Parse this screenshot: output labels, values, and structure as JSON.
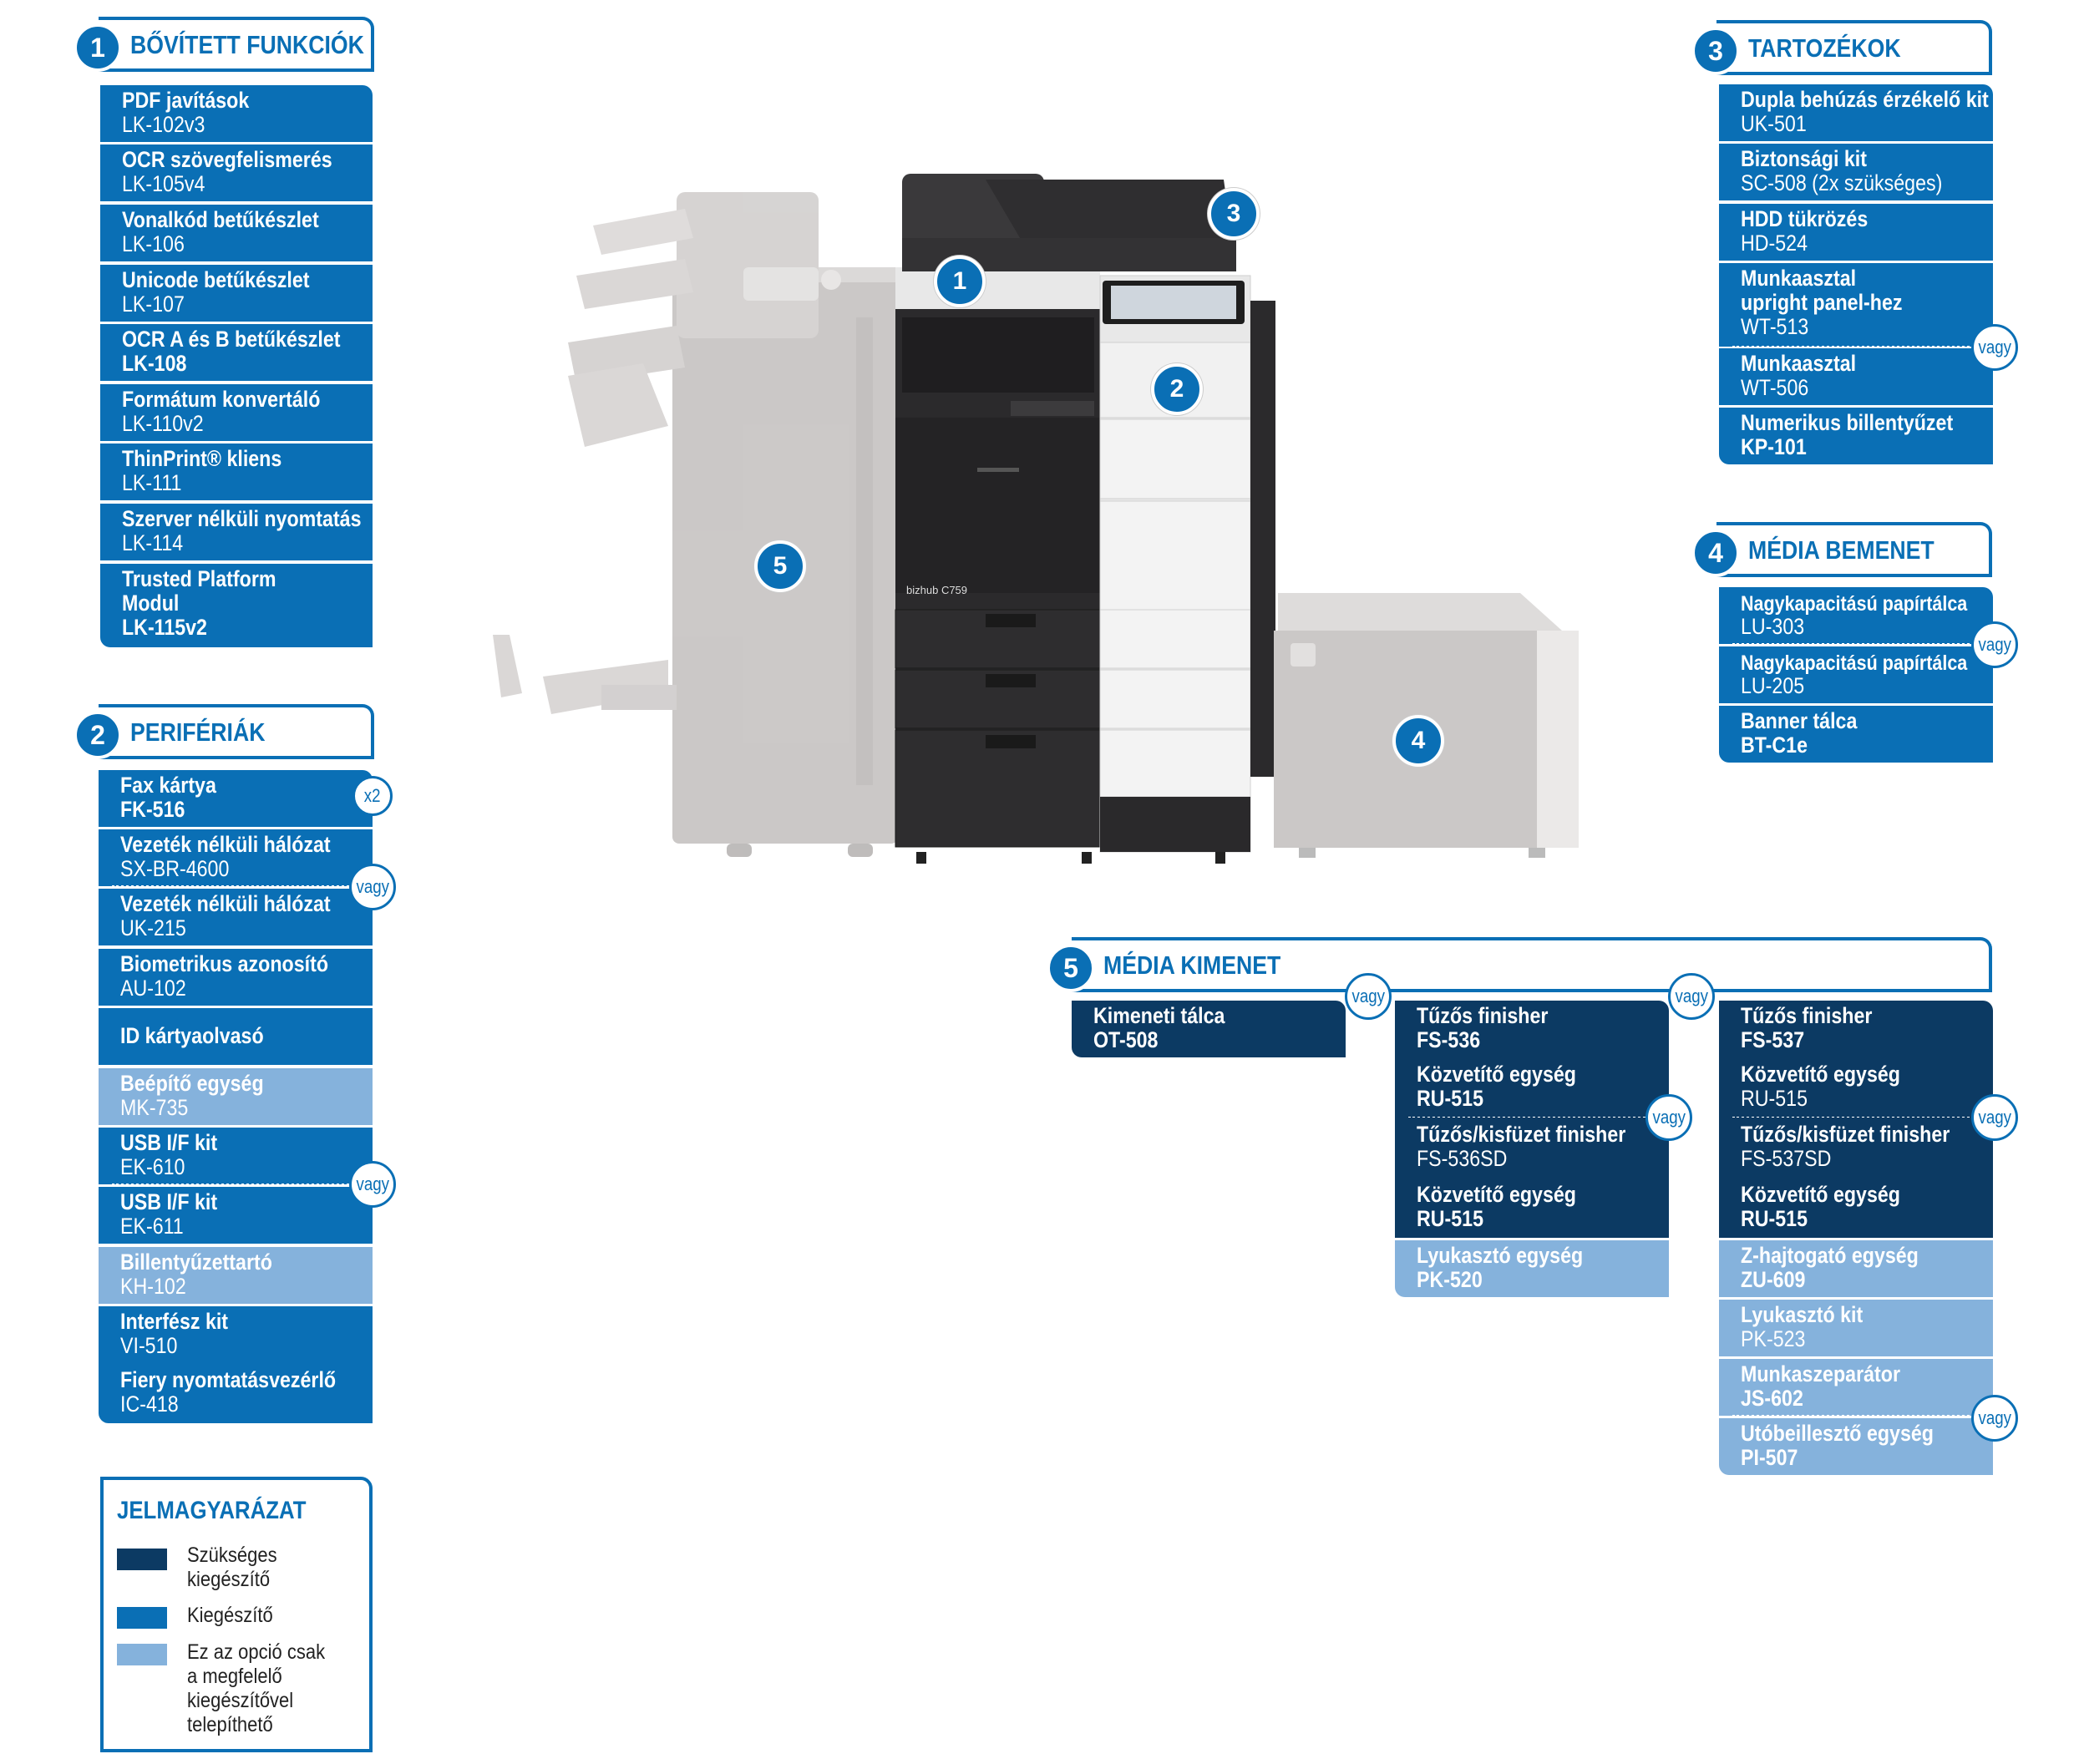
{
  "sections": {
    "s1": {
      "num": "1",
      "title": "BŐVÍTETT FUNKCIÓK"
    },
    "s2": {
      "num": "2",
      "title": "PERIFÉRIÁK"
    },
    "s3": {
      "num": "3",
      "title": "TARTOZÉKOK"
    },
    "s4": {
      "num": "4",
      "title": "MÉDIA BEMENET"
    },
    "s5": {
      "num": "5",
      "title": "MÉDIA KIMENET"
    }
  },
  "s1_items": [
    {
      "name": "PDF javítások",
      "code": "LK-102v3"
    },
    {
      "name": "OCR szövegfelismerés",
      "code": "LK-105v4"
    },
    {
      "name": "Vonalkód betűkészlet",
      "code": "LK-106"
    },
    {
      "name": "Unicode betűkészlet",
      "code": "LK-107"
    },
    {
      "name": "OCR A és B betűkészlet",
      "code": "LK-108"
    },
    {
      "name": "Formátum konvertáló",
      "code": "LK-110v2"
    },
    {
      "name": "ThinPrint® kliens",
      "code": "LK-111"
    },
    {
      "name": "Szerver nélküli nyomtatás",
      "code": "LK-114"
    },
    {
      "name1": "Trusted Platform",
      "name2": "Modul",
      "code": "LK-115v2"
    }
  ],
  "s2_items": [
    {
      "name": "Fax kártya",
      "code": "FK-516"
    },
    {
      "name": "Vezeték nélküli hálózat",
      "code": "SX-BR-4600"
    },
    {
      "name": "Vezeték nélküli hálózat",
      "code": "UK-215"
    },
    {
      "name": "Biometrikus azonosító",
      "code": "AU-102"
    },
    {
      "name": "ID kártyaolvasó"
    },
    {
      "name": "Beépítő egység",
      "code": "MK-735"
    },
    {
      "name": "USB I/F kit",
      "code": "EK-610"
    },
    {
      "name": "USB I/F kit",
      "code": "EK-611"
    },
    {
      "name": "Billentyűzettartó",
      "code": "KH-102"
    },
    {
      "name": "Interfész kit",
      "code": "VI-510"
    },
    {
      "name": "Fiery nyomtatásvezérlő",
      "code": "IC-418"
    }
  ],
  "s3_items": [
    {
      "name": "Dupla behúzás érzékelő kit",
      "code": "UK-501"
    },
    {
      "name": "Biztonsági kit",
      "code": "SC-508 (2x szükséges)"
    },
    {
      "name": "HDD tükrözés",
      "code": "HD-524"
    },
    {
      "name1": "Munkaasztal",
      "name2": "upright panel-hez",
      "code": "WT-513"
    },
    {
      "name": "Munkaasztal",
      "code": "WT-506"
    },
    {
      "name": "Numerikus billentyűzet",
      "code": "KP-101"
    }
  ],
  "s4_items": [
    {
      "name": "Nagykapacitású papírtálca",
      "code": "LU-303"
    },
    {
      "name": "Nagykapacitású papírtálca",
      "code": "LU-205"
    },
    {
      "name": "Banner tálca",
      "code": "BT-C1e"
    }
  ],
  "s5_col1": [
    {
      "name": "Kimeneti tálca",
      "code": "OT-508"
    }
  ],
  "s5_col2": [
    {
      "name": "Tűzős finisher",
      "code": "FS-536"
    },
    {
      "name": "Közvetítő egység",
      "code": "RU-515"
    },
    {
      "name": "Tűzős/kisfüzet finisher",
      "code": "FS-536SD"
    },
    {
      "name": "Közvetítő egység",
      "code": "RU-515"
    },
    {
      "name": "Lyukasztó egység",
      "code": "PK-520"
    }
  ],
  "s5_col3": [
    {
      "name": "Tűzős finisher",
      "code": "FS-537"
    },
    {
      "name": "Közvetítő egység",
      "code": "RU-515"
    },
    {
      "name": "Tűzős/kisfüzet finisher",
      "code": "FS-537SD"
    },
    {
      "name": "Közvetítő egység",
      "code": "RU-515"
    },
    {
      "name": "Z-hajtogató egység",
      "code": "ZU-609"
    },
    {
      "name": "Lyukasztó kit",
      "code": "PK-523"
    },
    {
      "name": "Munkaszeparátor",
      "code": "JS-602"
    },
    {
      "name": "Utóbeillesztő egység",
      "code": "PI-507"
    }
  ],
  "badges": {
    "or": "vagy",
    "x2": "x2"
  },
  "machine": {
    "brand": "bizhub",
    "model": "C759",
    "callouts": [
      "1",
      "2",
      "3",
      "4",
      "5"
    ]
  },
  "legend": {
    "title": "JELMAGYARÁZAT",
    "required": "Szükséges kiegészítő",
    "optional": "Kiegészítő",
    "conditional": "Ez az opció csak a megfelelő kiegészítővel telepíthető"
  },
  "colors": {
    "mid": "#0a6fb5",
    "dark": "#0c3a63",
    "light": "#85b2dc"
  }
}
